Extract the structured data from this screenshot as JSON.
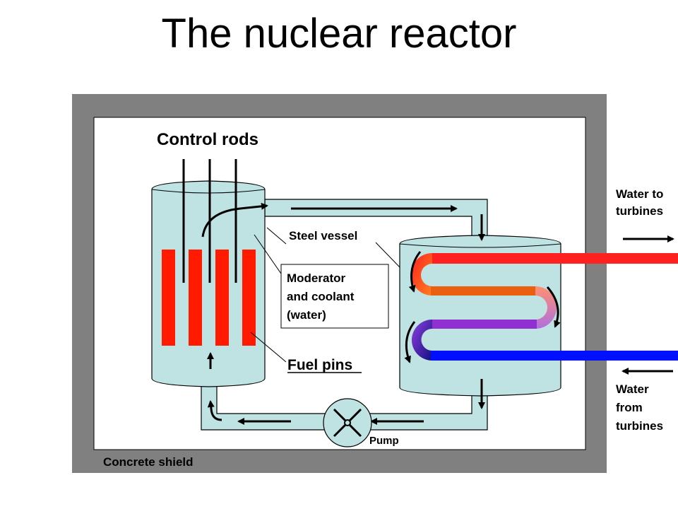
{
  "title": "The nuclear reactor",
  "labels": {
    "control_rods": "Control rods",
    "steel_vessel": "Steel vessel",
    "moderator_line1": "Moderator",
    "moderator_line2": "and coolant",
    "moderator_line3": "(water)",
    "fuel_pins": "Fuel pins",
    "pump": "Pump",
    "concrete_shield": "Concrete shield",
    "water_to_line1": "Water to",
    "water_to_line2": "turbines",
    "water_from_line1": "Water",
    "water_from_line2": "from",
    "water_from_line3": "turbines"
  },
  "colors": {
    "concrete": "#808080",
    "water": "#bfe3e3",
    "fuel": "#ff1a00",
    "hot_pipe": "#ff2020",
    "cold_pipe": "#0010ff",
    "warm_pipe": "#e86010",
    "cool_pipe": "#9030d0"
  }
}
